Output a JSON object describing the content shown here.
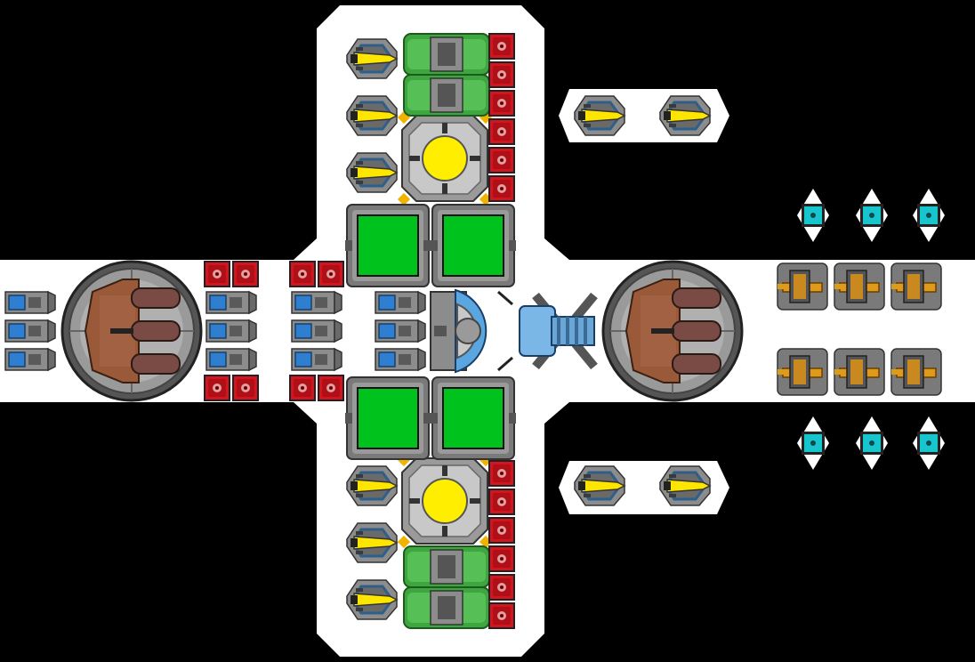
{
  "canvas": {
    "background": "#000000",
    "hull_color": "#ffffff"
  },
  "palette": {
    "steel": "#8c8c8c",
    "steel_dark": "#4a4a4a",
    "steel_light": "#c8c8c8",
    "green_module": "#00c21c",
    "green_tank": "#3ea63e",
    "reactor_core": "#ffee00",
    "red_block": "#d4141e",
    "thruster_blue": "#4aa3e6",
    "thruster_yellow": "#ffe600",
    "copper": "#9a5a3a",
    "orange_thruster": "#e09a1a",
    "cyan_node": "#16c6cc"
  },
  "components": {
    "hull": "hull-plating",
    "reactors": [
      "reactor-top",
      "reactor-bottom"
    ],
    "green_modules": [
      "module-nw",
      "module-ne",
      "module-sw",
      "module-se"
    ],
    "tanks": [
      "tank-top-a",
      "tank-top-b",
      "tank-bottom-a",
      "tank-bottom-b"
    ],
    "turrets": [
      "turret-left",
      "turret-right"
    ],
    "cockpit": "cockpit-dome",
    "railgun": "railgun-weapon",
    "red_blocks_count": 20,
    "yellow_thrusters_count": 10,
    "orange_thrusters_count": 6,
    "cyan_nodes_count": 6
  }
}
